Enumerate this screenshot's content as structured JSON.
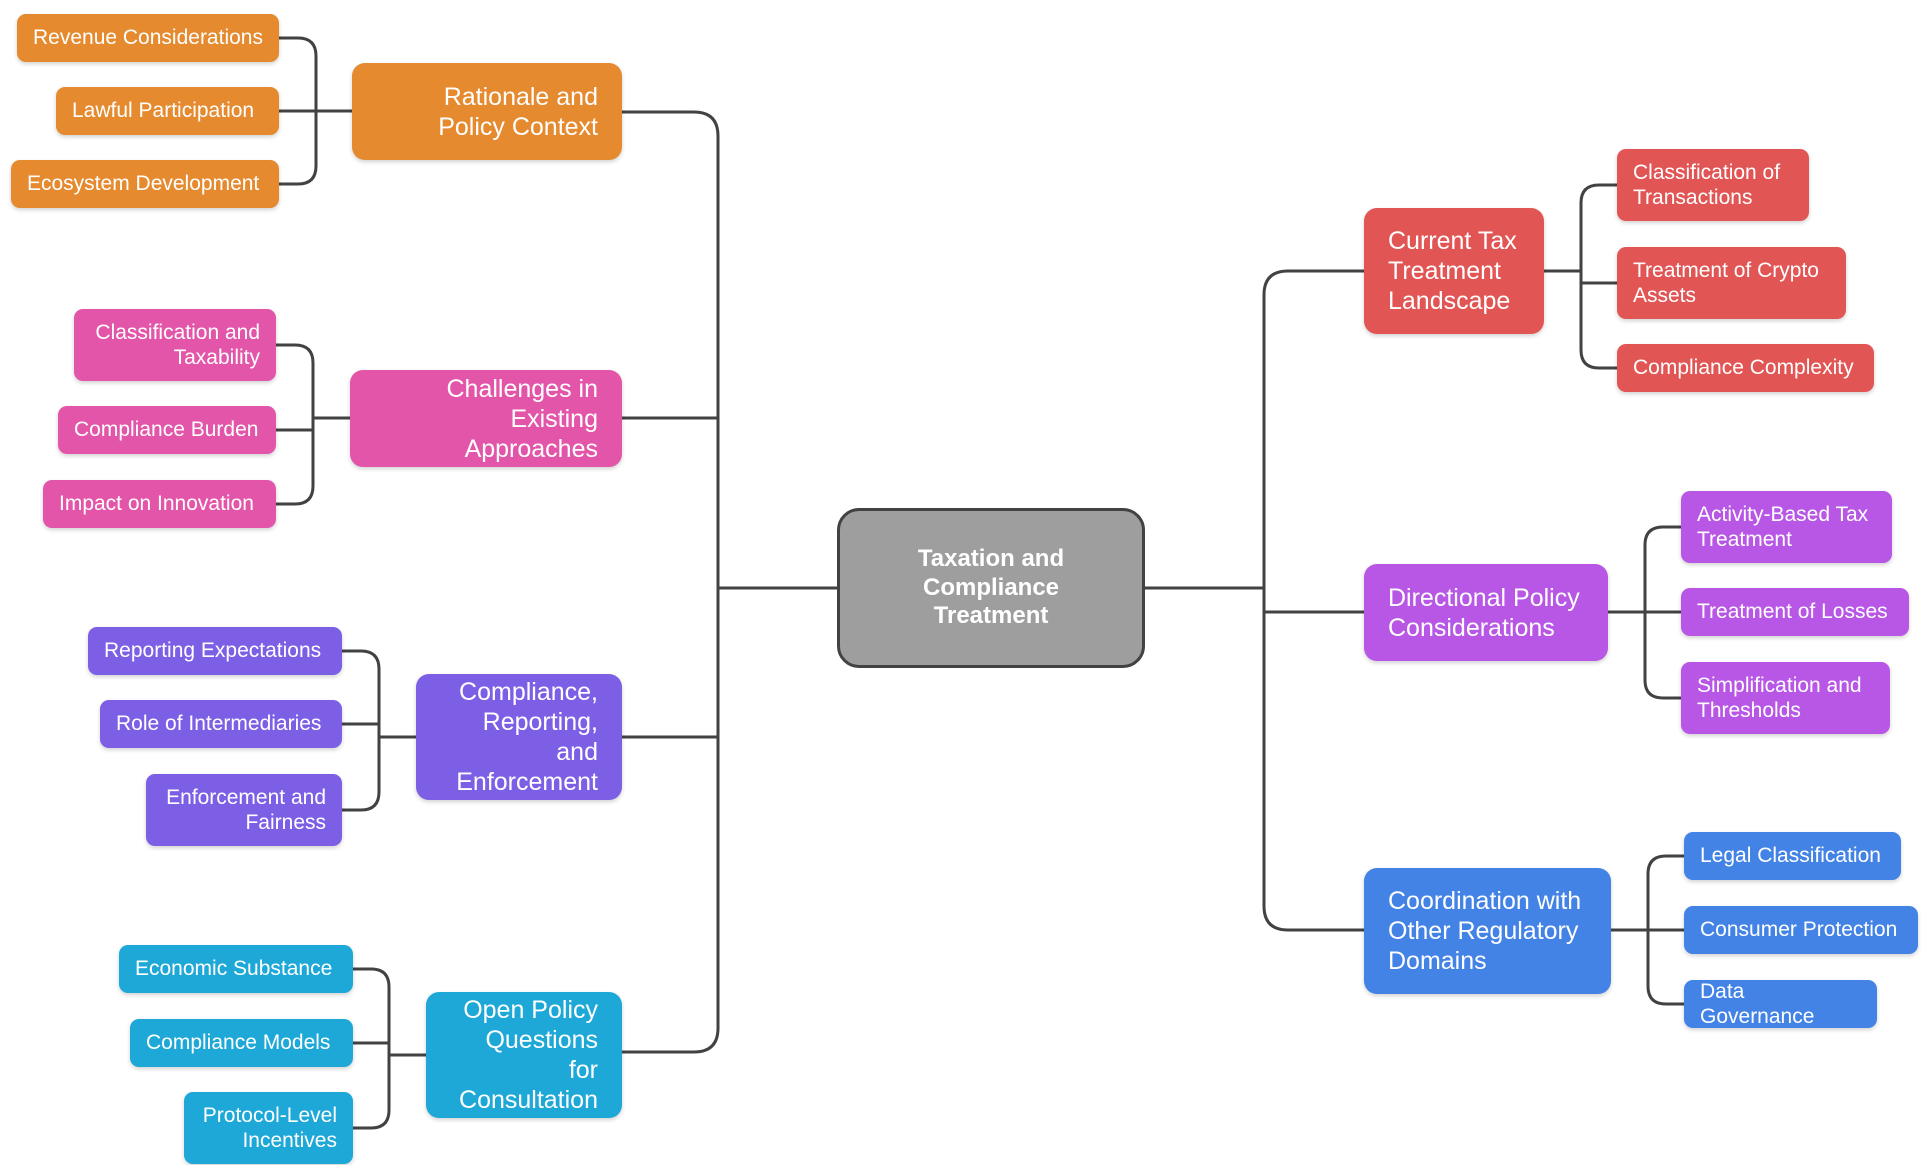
{
  "colors": {
    "connector": "#424242",
    "root": "#9e9e9e",
    "orange": "#e58a2e",
    "pink": "#e355a8",
    "violet": "#7d5fe6",
    "cyan": "#1ea8d8",
    "red": "#e25555",
    "purple": "#b857e6",
    "blue": "#4383e6"
  },
  "root": {
    "title": "Taxation and Compliance Treatment"
  },
  "branches": {
    "rationale": {
      "title": "Rationale and Policy Context",
      "children": [
        "Revenue Considerations",
        "Lawful Participation",
        "Ecosystem Development"
      ]
    },
    "challenges": {
      "title": "Challenges in Existing Approaches",
      "children": [
        "Classification and Taxability",
        "Compliance Burden",
        "Impact on Innovation"
      ]
    },
    "compliance": {
      "title": "Compliance, Reporting, and Enforcement",
      "children": [
        "Reporting Expectations",
        "Role of Intermediaries",
        "Enforcement and Fairness"
      ]
    },
    "open_questions": {
      "title": "Open Policy Questions for Consultation",
      "children": [
        "Economic Substance",
        "Compliance Models",
        "Protocol-Level Incentives"
      ]
    },
    "current": {
      "title": "Current Tax Treatment Landscape",
      "children": [
        "Classification of Transactions",
        "Treatment of Crypto Assets",
        "Compliance Complexity"
      ]
    },
    "directional": {
      "title": "Directional Policy Considerations",
      "children": [
        "Activity-Based Tax Treatment",
        "Treatment of Losses",
        "Simplification and Thresholds"
      ]
    },
    "coordination": {
      "title": "Coordination with Other Regulatory Domains",
      "children": [
        "Legal Classification",
        "Consumer Protection",
        "Data Governance"
      ]
    }
  }
}
